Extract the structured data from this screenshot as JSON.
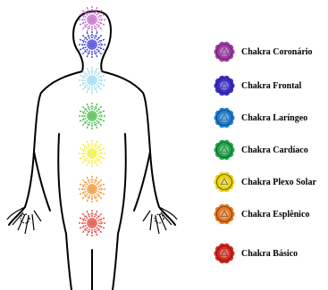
{
  "chakras": [
    {
      "label": "Chakra Coronário",
      "icon": "crown-chakra-icon",
      "color": "#a23ba8"
    },
    {
      "label": "Chakra Frontal",
      "icon": "third-eye-chakra-icon",
      "color": "#3b2ed0"
    },
    {
      "label": "Chakra Laríngeo",
      "icon": "throat-chakra-icon",
      "color": "#1f7fd6"
    },
    {
      "label": "Chakra Cardíaco",
      "icon": "heart-chakra-icon",
      "color": "#1fa84a"
    },
    {
      "label": "Chakra Plexo Solar",
      "icon": "solar-plexus-chakra-icon",
      "color": "#e8d10f"
    },
    {
      "label": "Chakra Esplênico",
      "icon": "sacral-chakra-icon",
      "color": "#e8771e"
    },
    {
      "label": "Chakra Básico",
      "icon": "root-chakra-icon",
      "color": "#d9261c"
    }
  ],
  "body_chakra_colors": [
    "#b85cc0",
    "#2e2fd0",
    "#8fd8ef",
    "#37b53a",
    "#f2ec2a",
    "#f08a1e",
    "#e2372c"
  ]
}
